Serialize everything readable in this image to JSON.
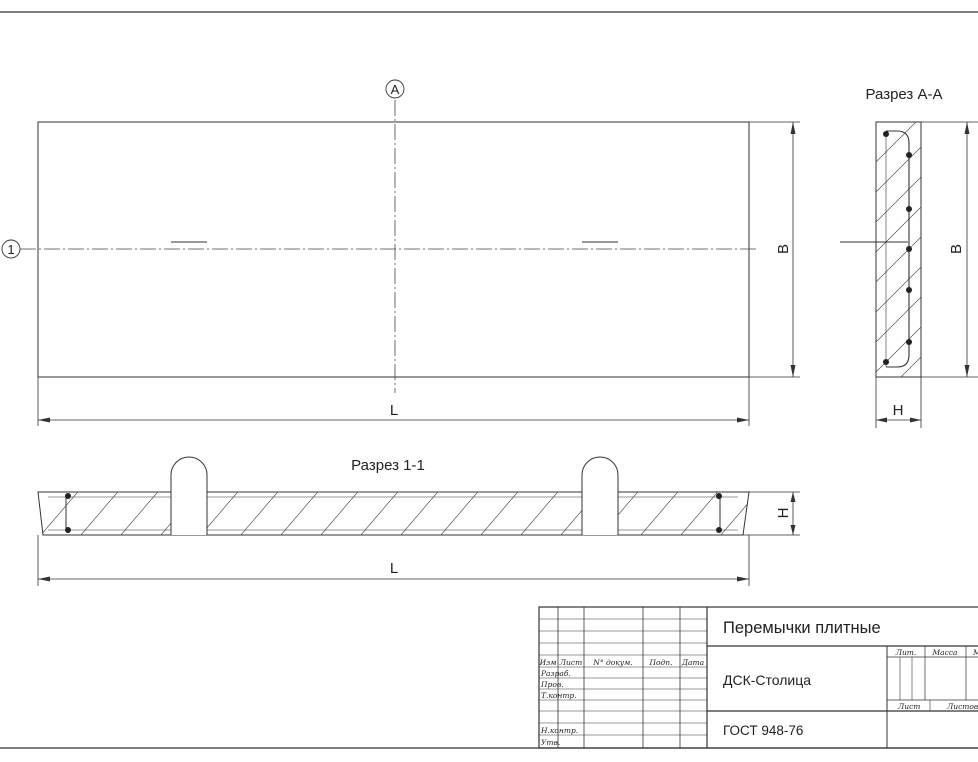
{
  "axes": {
    "letter": "A",
    "number": "1"
  },
  "sections": {
    "aa_title": "Разрез А-А",
    "s11_title": "Разрез 1-1"
  },
  "dims": {
    "plan_length": "L",
    "plan_width": "B",
    "aa_width": "B",
    "aa_height": "H",
    "s11_height": "H",
    "s11_length": "L"
  },
  "title_block": {
    "name": "Перемычки плитные",
    "organization": "ДСК-Столица",
    "standard": "ГОСТ 948-76",
    "header_cols": [
      "Изм",
      "Лист",
      "N° докум.",
      "Подп.",
      "Дата"
    ],
    "row_labels": [
      "Разраб.",
      "Пров.",
      "Т.контр.",
      "",
      "Н.контр.",
      "Утв."
    ],
    "stage": "Лит.",
    "mass": "Масса",
    "scale": "М",
    "sheet": "Лист",
    "sheets": "Листов"
  }
}
